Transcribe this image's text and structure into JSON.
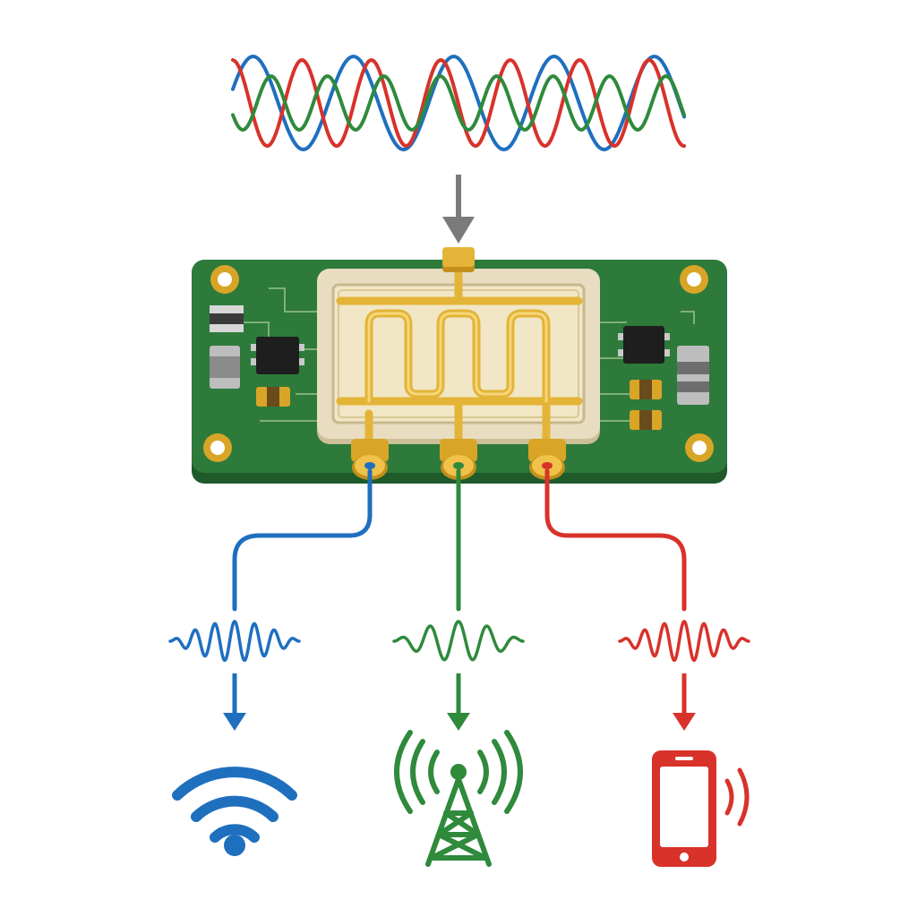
{
  "diagram": {
    "input": {
      "waves": [
        {
          "color": "#1f6fbf",
          "cycles": 4.5
        },
        {
          "color": "#d8322b",
          "cycles": 6.5
        },
        {
          "color": "#2f8a3c",
          "cycles": 8
        }
      ],
      "arrow_color": "#7a7a7a"
    },
    "board": {
      "pcb_color": "#2d7a3b",
      "pcb_edge_color": "#1f5a2a",
      "filter_frame_color": "#e8ddc0",
      "trace_color": "#e3b437",
      "pad_color": "#d9a527"
    },
    "outputs": [
      {
        "icon": "wifi-icon",
        "color": "#1f6fbf"
      },
      {
        "icon": "cell-tower-icon",
        "color": "#2f8a3c"
      },
      {
        "icon": "smartphone-icon",
        "color": "#d8322b"
      }
    ]
  }
}
